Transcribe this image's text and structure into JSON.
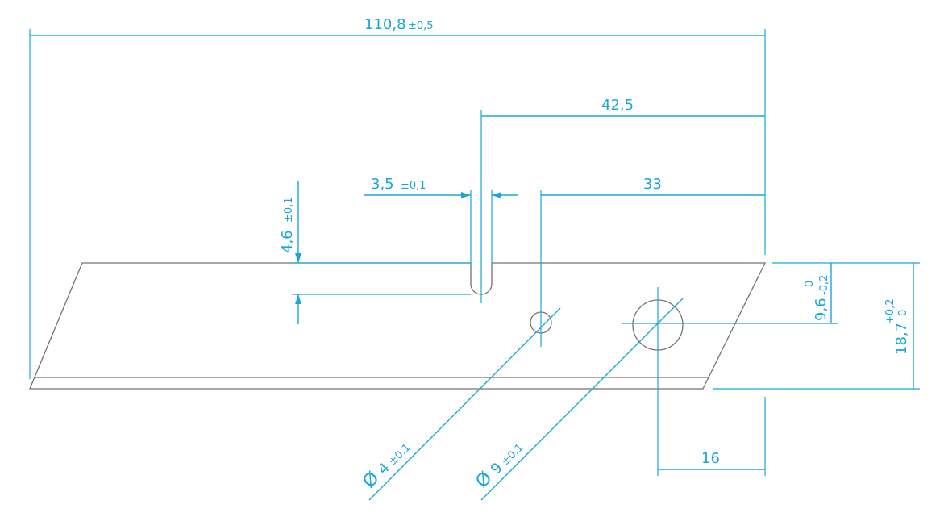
{
  "colors": {
    "dimension": "#1aa7d8",
    "part_outline": "#7a706a",
    "background": "#ffffff"
  },
  "dimensions": {
    "overall_length": {
      "value": "110,8",
      "tolerance": "±0,5"
    },
    "slot_position": {
      "value": "42,5"
    },
    "hole_position": {
      "value": "33"
    },
    "slot_width": {
      "value": "3,5",
      "tolerance": "±0,1"
    },
    "slot_depth": {
      "value": "4,6",
      "tolerance": "±0,1"
    },
    "hole_center_height": {
      "value": "9,6",
      "tol_upper": "0",
      "tol_lower": "-0,2"
    },
    "blade_height": {
      "value": "18,7",
      "tol_upper": "+0,2",
      "tol_lower": "0"
    },
    "small_hole_diameter": {
      "symbol": "Ø",
      "value": "4",
      "tolerance": "±0,1"
    },
    "large_hole_diameter": {
      "symbol": "Ø",
      "value": "9",
      "tolerance": "±0,1"
    },
    "large_hole_offset": {
      "value": "16"
    }
  }
}
